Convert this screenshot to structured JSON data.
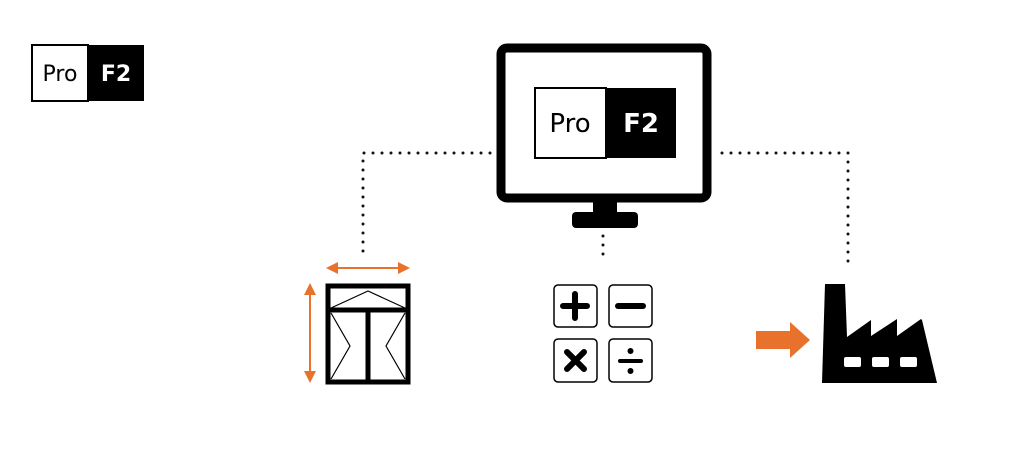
{
  "logo": {
    "left_text": "Pro",
    "right_text": "F2"
  },
  "monitor_logo": {
    "left_text": "Pro",
    "right_text": "F2"
  },
  "icons": [
    "monitor-icon",
    "window-dimensions-icon",
    "calculator-operations-icon",
    "factory-icon",
    "arrow-right-icon"
  ],
  "colors": {
    "accent": "#e8722c",
    "ink": "#000000",
    "background": "#ffffff"
  }
}
